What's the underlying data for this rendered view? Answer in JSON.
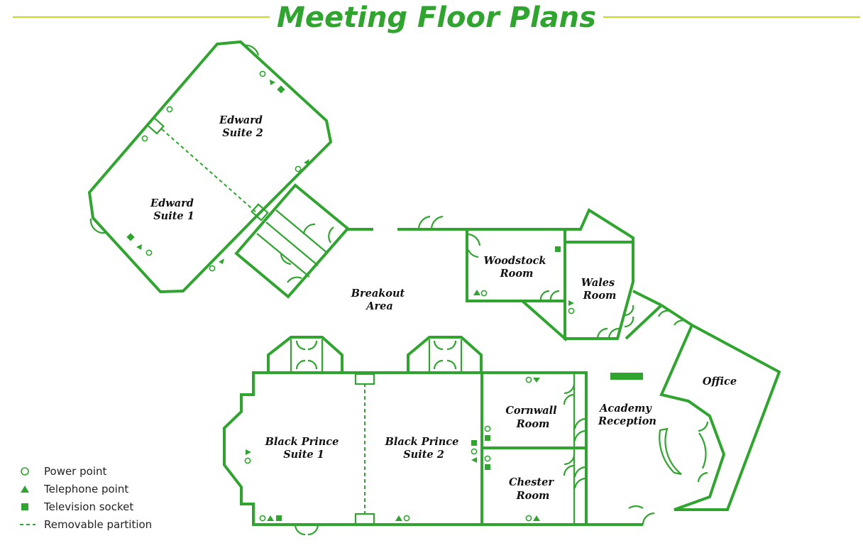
{
  "title": "Meeting Floor Plans",
  "colors": {
    "accent": "#2fa52f",
    "rule": "#c9d92a",
    "label": "#111111"
  },
  "rooms": {
    "edward_suite_2": [
      "Edward",
      "Suite 2"
    ],
    "edward_suite_1": [
      "Edward",
      "Suite 1"
    ],
    "breakout_area": [
      "Breakout",
      "Area"
    ],
    "woodstock_room": [
      "Woodstock",
      "Room"
    ],
    "wales_room": [
      "Wales",
      "Room"
    ],
    "office": [
      "Office"
    ],
    "academy_reception": [
      "Academy",
      "Reception"
    ],
    "cornwall_room": [
      "Cornwall",
      "Room"
    ],
    "chester_room": [
      "Chester",
      "Room"
    ],
    "black_prince_suite_1": [
      "Black Prince",
      "Suite 1"
    ],
    "black_prince_suite_2": [
      "Black Prince",
      "Suite 2"
    ]
  },
  "legend": {
    "items": [
      {
        "icon": "power-point-icon",
        "label": "Power point"
      },
      {
        "icon": "telephone-point-icon",
        "label": "Telephone point"
      },
      {
        "icon": "television-socket-icon",
        "label": "Television socket"
      },
      {
        "icon": "removable-partition-icon",
        "label": "Removable partition"
      }
    ]
  }
}
